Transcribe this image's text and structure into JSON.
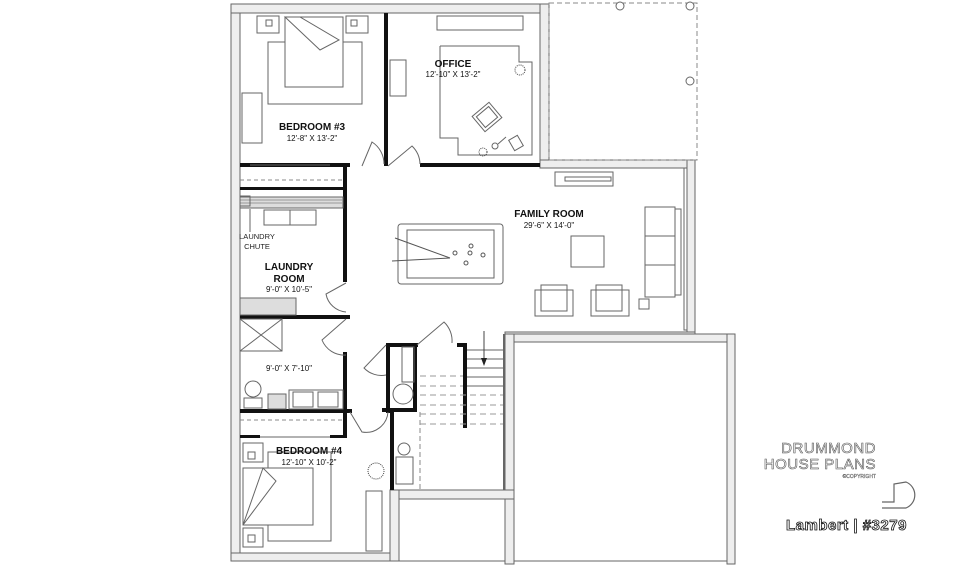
{
  "plan": {
    "name_label": "Lambert | #3279",
    "mirrored": true
  },
  "brand": {
    "line1": "DRUMMOND",
    "line2": "HOUSE PLANS",
    "line3": "©COPYRIGHT"
  },
  "rooms": {
    "bedroom3": {
      "name": "BEDROOM #3",
      "dims": "12'-8\" X 13'-2\""
    },
    "office": {
      "name": "OFFICE",
      "dims": "12'-10\" X 13'-2\""
    },
    "family": {
      "name": "FAMILY ROOM",
      "dims": "29'-6\" X 14'-0\""
    },
    "laundry": {
      "name_line1": "LAUNDRY",
      "name_line2": "ROOM",
      "dims": "9'-0\" X 10'-5\""
    },
    "laundry_chute": {
      "line1": "LAUNDRY",
      "line2": "CHUTE"
    },
    "bathroom": {
      "dims": "9'-0\" X 7'-10\""
    },
    "bedroom4": {
      "name": "BEDROOM #4",
      "dims": "12'-10\" X 10'-2\""
    }
  }
}
